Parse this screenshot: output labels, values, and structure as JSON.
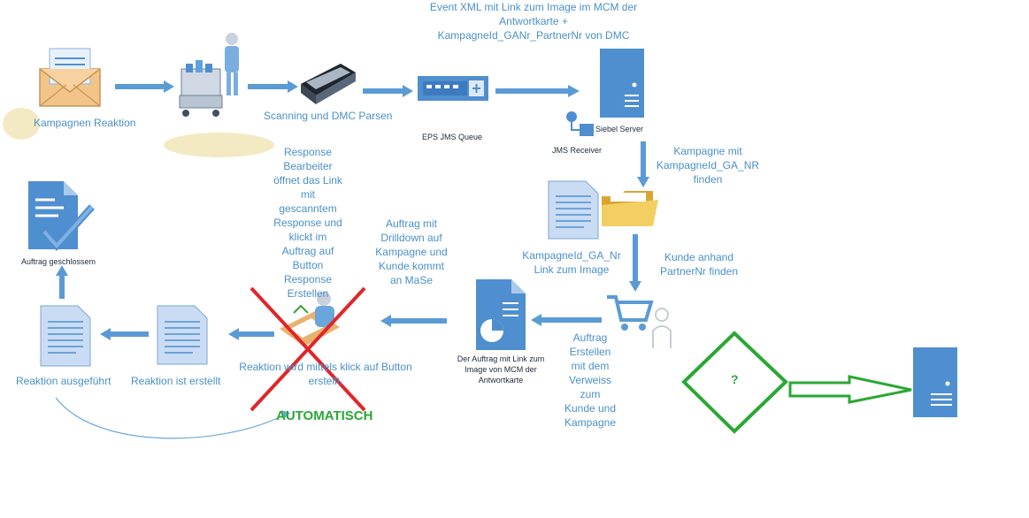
{
  "labels": {
    "kampagnen_reaktion": "Kampagnen Reaktion",
    "scanning": "Scanning und DMC Parsen",
    "event_xml": "Event XML mit Link zum Image im MCM der\nAntwortkarte +\nKampagneId_GANr_PartnerNr von DMC",
    "eps_queue": "EPS JMS Queue",
    "siebel_server": "Siebel Server",
    "jms_receiver": "JMS Receiver",
    "kampagne_finden": "Kampagne mit\nKampagneId_GA_NR\nfinden",
    "kampagneid_link": "KampagneId_GA_Nr\nLink zum Image",
    "kunde_finden": "Kunde anhand\nPartnerNr finden",
    "auftrag_erstellen": "Auftrag\nErstellen\nmit dem\nVerweiss\nzum\nKunde und\nKampagne",
    "auftrag_link": "Der Auftrag mit Link zum\nImage von MCM der\nAntwortkarte",
    "auftrag_drilldown": "Auftrag mit\nDrilldown auf\nKampagne und\nKunde kommt\nan MaSe",
    "response_bearbeiter": "Response\nBearbeiter\nöffnet das Link\nmit\ngescanntem\nResponse und\nklickt im\nAuftrag auf\nButton\nResponse\nErstellen",
    "reaktion_wird": "Reaktion wird mittels klick auf Button\nerstellt.",
    "automatisch": "AUTOMATISCH",
    "reaktion_erstellt": "Reaktion ist erstellt",
    "reaktion_ausgefuehrt": "Reaktion ausgeführt",
    "auftrag_geschlossen": "Auftrag geschlossem",
    "question": "?"
  },
  "colors": {
    "arrow": "#5b9bd5",
    "icon_blue": "#4f8fcf",
    "label_blue": "#4a90c8",
    "green": "#2aa834",
    "red_cross": "#e0262a"
  },
  "icons": [
    "envelope-icon",
    "mail-cart-person-icon",
    "scanner-icon",
    "queue-server-icon",
    "server-icon",
    "jms-receiver-icon",
    "document-icon",
    "folder-icon",
    "shopping-cart-icon",
    "person-icon",
    "pie-document-icon",
    "desk-worker-icon",
    "checked-document-icon",
    "decision-diamond-icon",
    "green-arrow-icon"
  ]
}
